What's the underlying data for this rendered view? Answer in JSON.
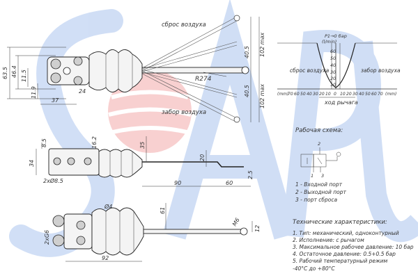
{
  "watermark": {
    "text": "SAPU",
    "brand_blue": "#2e6fd6",
    "brand_red": "#e03030"
  },
  "top_view": {
    "label_exhaust": "сброс воздуха",
    "label_intake": "забор воздуха",
    "dims": [
      "63.5",
      "46.4",
      "11.5",
      "11.9",
      "24",
      "37",
      "R274",
      "40.5",
      "40.5",
      "102 max",
      "102 max"
    ]
  },
  "pressure_graph": {
    "y_title_line1": "P1→0 бар",
    "y_title_line2": "(l/min)",
    "y_ticks": [
      "60",
      "50",
      "40",
      "30",
      "20",
      "10"
    ],
    "left_region": "сброс воздуха",
    "right_region": "забор воздуха",
    "x_ticks": [
      "(mm)",
      "70",
      "60",
      "50",
      "40",
      "30",
      "20",
      "10",
      "0",
      "10",
      "20",
      "30",
      "40",
      "50",
      "60",
      "70",
      "(mm)"
    ],
    "x_title": "ход рычага"
  },
  "side_view": {
    "dims": [
      "8.5",
      "16.2",
      "35",
      "20",
      "34",
      "2xØ8.5",
      "90",
      "60",
      "2.5"
    ]
  },
  "bottom_view": {
    "dims": [
      "61",
      "Ø4",
      "2xG6",
      "92",
      "M6",
      "12"
    ]
  },
  "scheme": {
    "title": "Рабочая схема:",
    "port_labels": [
      "2",
      "1",
      "3"
    ],
    "legend": [
      "1 - Входной порт",
      "2 - Выходной порт",
      "3 - порт сброса"
    ]
  },
  "specs": {
    "title": "Технические характеристики:",
    "items": [
      "1. Тип: механический, одноконтурный",
      "2. Исполнение: с рычагом",
      "3. Максимальное рабочее давление: 10 бар",
      "4. Остаточное давление: 0.5+0.5 бар",
      "5. Рабочий температурный режим"
    ],
    "temp_range": "-40°С до +80°С"
  }
}
